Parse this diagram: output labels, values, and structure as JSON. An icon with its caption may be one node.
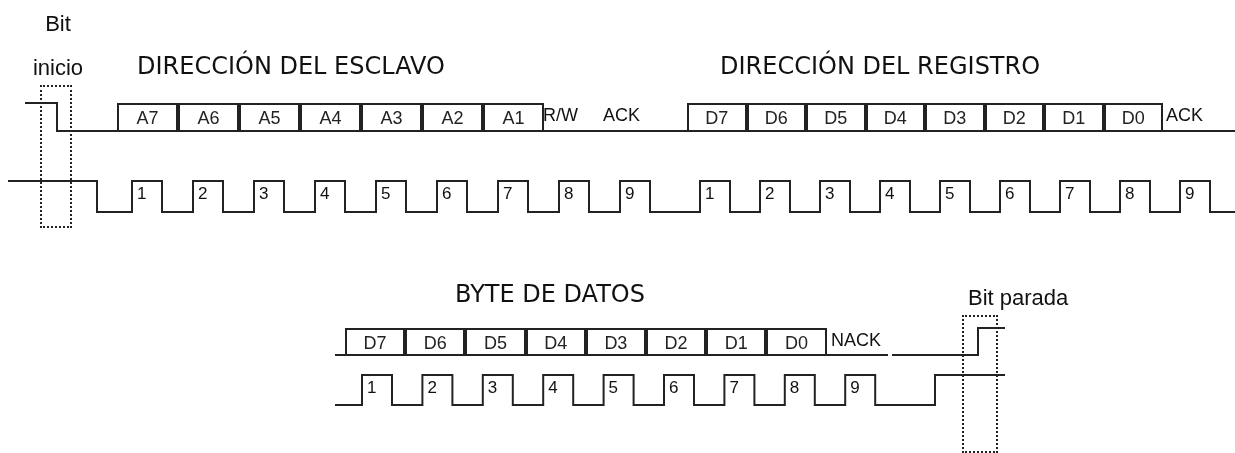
{
  "diagram": {
    "nodes": [
      {
        "text": [
          "Bit inicio"
        ]
      },
      {
        "text": [
          "A7"
        ]
      },
      {
        "text": [
          "A6"
        ]
      },
      {
        "text": [
          "A5"
        ]
      },
      {
        "text": [
          "A4"
        ]
      },
      {
        "text": [
          "A3"
        ]
      },
      {
        "text": [
          "A2"
        ]
      },
      {
        "text": [
          "A1"
        ]
      },
      {
        "text": [
          "D7"
        ]
      },
      {
        "text": [
          "D6"
        ]
      },
      {
        "text": [
          "D5"
        ]
      },
      {
        "text": [
          "D4"
        ]
      },
      {
        "text": [
          "D3"
        ]
      },
      {
        "text": [
          "D2"
        ]
      },
      {
        "text": [
          "D1"
        ]
      },
      {
        "text": [
          "D0"
        ]
      },
      {
        "text": [
          "D7"
        ]
      },
      {
        "text": [
          "D6"
        ]
      },
      {
        "text": [
          "D5"
        ]
      },
      {
        "text": [
          "D4"
        ]
      },
      {
        "text": [
          "D3"
        ]
      },
      {
        "text": [
          "D2"
        ]
      },
      {
        "text": [
          "D1"
        ]
      },
      {
        "text": [
          "D0"
        ]
      },
      {
        "text": [
          "Bit parada"
        ]
      }
    ],
    "labels": [
      "DIRECCIÓN DEL ESCLAVO",
      "DIRECCIÓN DEL REGISTRO",
      "R/W",
      "ACK",
      "ACK",
      "1",
      "2",
      "3",
      "4",
      "5",
      "6",
      "7",
      "8",
      "9",
      "1",
      "2",
      "3",
      "4",
      "5",
      "6",
      "7",
      "8",
      "9",
      "BYTE DE DATOS",
      "NACK",
      "1",
      "2",
      "3",
      "4",
      "5",
      "6",
      "7",
      "8",
      "9"
    ]
  }
}
